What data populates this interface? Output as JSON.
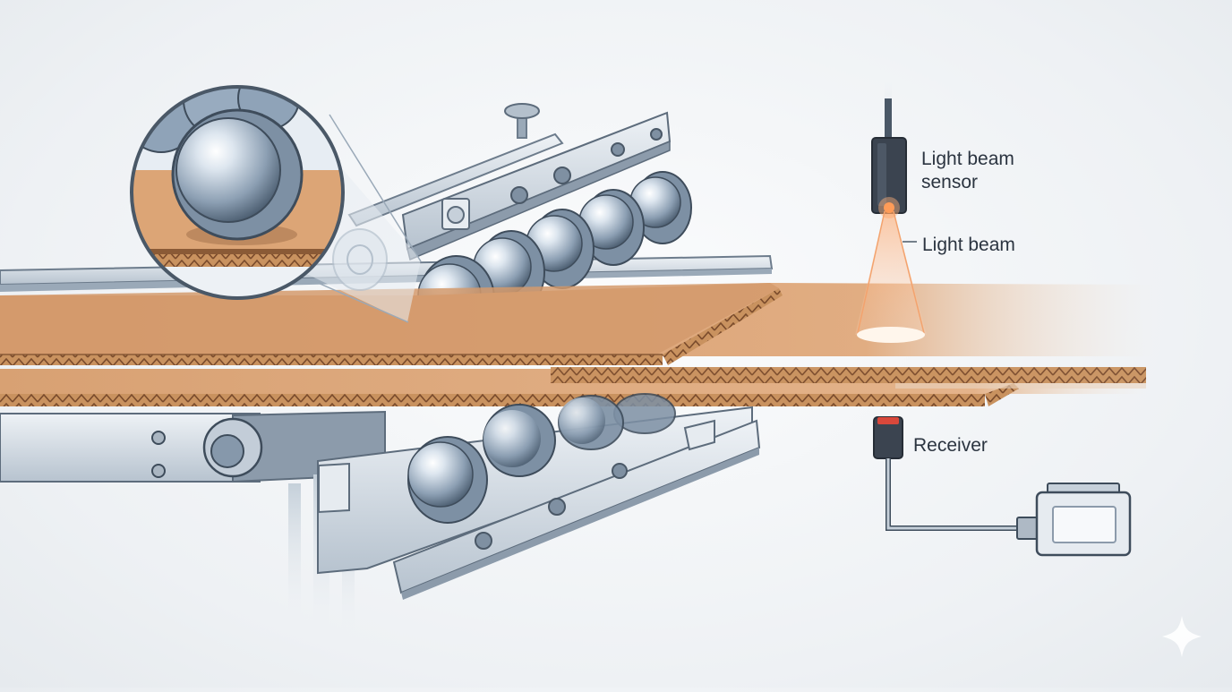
{
  "labels": {
    "sensor_line1": "Light beam",
    "sensor_line2": "sensor",
    "beam": "Light beam",
    "receiver": "Receiver"
  },
  "icons": {
    "corner": "sparkle-icon"
  },
  "colors": {
    "cardboard": "#d9a478",
    "cardboard_edge": "#a9744c",
    "steel": "#c9d3dd",
    "steel_dark": "#6d7c8c",
    "roller": "#8fa3b8",
    "beam": "#f6b48a",
    "sensor_led": "#ff8a3d",
    "receiver_led": "#d9483b"
  }
}
